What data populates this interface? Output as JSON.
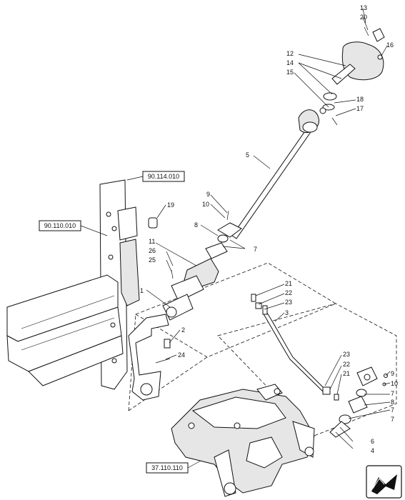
{
  "references": [
    "90.114.010",
    "90.110.010",
    "37.110.110"
  ],
  "callouts": [
    "1",
    "2",
    "3",
    "4",
    "5",
    "6",
    "7",
    "7",
    "7",
    "7",
    "8",
    "8",
    "9",
    "9",
    "10",
    "10",
    "11",
    "12",
    "13",
    "14",
    "15",
    "16",
    "17",
    "18",
    "19",
    "20",
    "21",
    "21",
    "22",
    "22",
    "23",
    "23",
    "24",
    "25",
    "26"
  ],
  "nav_icon": "view-arrow-icon"
}
